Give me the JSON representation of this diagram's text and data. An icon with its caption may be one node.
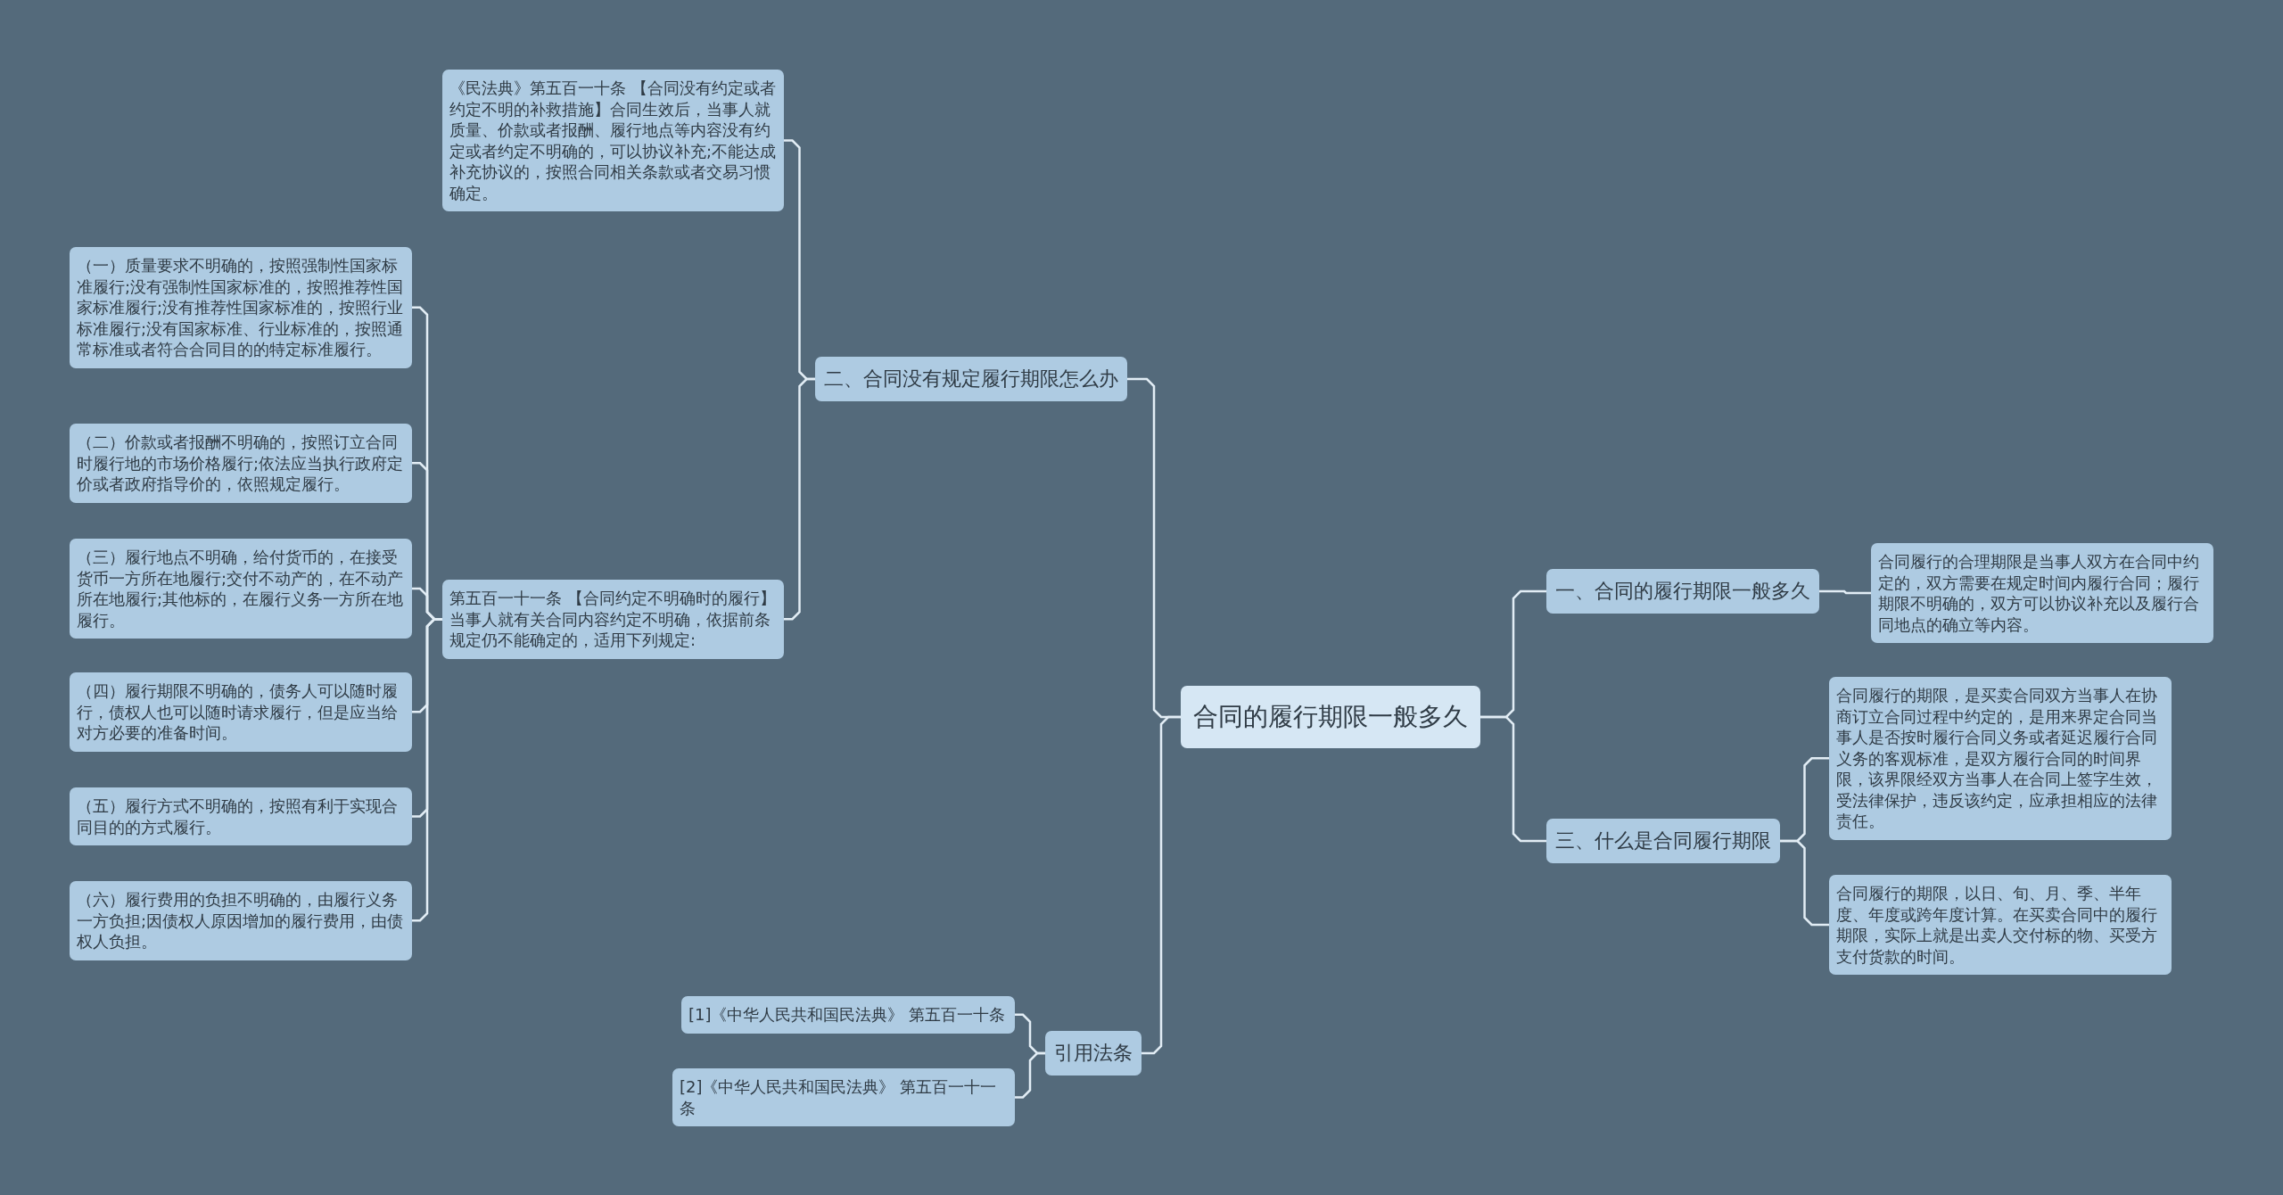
{
  "diagram": {
    "nodes": [
      {
        "text": [
          "合同的履行期限一般多久"
        ]
      },
      {
        "text": [
          "二、合同没有规定履行期限怎么办"
        ]
      },
      {
        "text": [
          "《民法典》第五百一十条 【合同没有约定或者约定不明的补救措施】合同生效后，当事人就质量、价款或者报酬、履行地点等内容没有约定或者约定不明确的，可以协议补充;不能达成补充协议的，按照合同相关条款或者交易习惯确定。"
        ]
      },
      {
        "text": [
          "第五百一十一条 【合同约定不明确时的履行】当事人就有关合同内容约定不明确，依据前条规定仍不能确定的，适用下列规定:"
        ]
      },
      {
        "text": [
          "（一）质量要求不明确的，按照强制性国家标准履行;没有强制性国家标准的，按照推荐性国家标准履行;没有推荐性国家标准的，按照行业标准履行;没有国家标准、行业标准的，按照通常标准或者符合合同目的的特定标准履行。"
        ]
      },
      {
        "text": [
          "（二）价款或者报酬不明确的，按照订立合同时履行地的市场价格履行;依法应当执行政府定价或者政府指导价的，依照规定履行。"
        ]
      },
      {
        "text": [
          "（三）履行地点不明确，给付货币的，在接受货币一方所在地履行;交付不动产的，在不动产所在地履行;其他标的，在履行义务一方所在地履行。"
        ]
      },
      {
        "text": [
          "（四）履行期限不明确的，债务人可以随时履行，债权人也可以随时请求履行，但是应当给对方必要的准备时间。"
        ]
      },
      {
        "text": [
          "（五）履行方式不明确的，按照有利于实现合同目的的方式履行。"
        ]
      },
      {
        "text": [
          "（六）履行费用的负担不明确的，由履行义务一方负担;因债权人原因增加的履行费用，由债权人负担。"
        ]
      },
      {
        "text": [
          "引用法条"
        ]
      },
      {
        "text": [
          "[1]《中华人民共和国民法典》 第五百一十条"
        ]
      },
      {
        "text": [
          "[2]《中华人民共和国民法典》 第五百一十一条"
        ]
      },
      {
        "text": [
          "一、合同的履行期限一般多久"
        ]
      },
      {
        "text": [
          "合同履行的合理期限是当事人双方在合同中约定的，双方需要在规定时间内履行合同；履行期限不明确的，双方可以协议补充以及履行合同地点的确立等内容。"
        ]
      },
      {
        "text": [
          "三、什么是合同履行期限"
        ]
      },
      {
        "text": [
          "合同履行的期限，是买卖合同双方当事人在协商订立合同过程中约定的，是用来界定合同当事人是否按时履行合同义务或者延迟履行合同义务的客观标准，是双方履行合同的时间界限，该界限经双方当事人在合同上签字生效，受法律保护，违反该约定，应承担相应的法律责任。"
        ]
      },
      {
        "text": [
          "合同履行的期限，以日、旬、月、季、半年度、年度或跨年度计算。在买卖合同中的履行期限，实际上就是出卖人交付标的物、买受方支付货款的时间。"
        ]
      }
    ],
    "edges": [
      {
        "from": 0,
        "to": 1,
        "arrow": "none"
      },
      {
        "from": 1,
        "to": 2,
        "arrow": "none"
      },
      {
        "from": 1,
        "to": 3,
        "arrow": "none"
      },
      {
        "from": 3,
        "to": 4,
        "arrow": "none"
      },
      {
        "from": 3,
        "to": 5,
        "arrow": "none"
      },
      {
        "from": 3,
        "to": 6,
        "arrow": "none"
      },
      {
        "from": 3,
        "to": 7,
        "arrow": "none"
      },
      {
        "from": 3,
        "to": 8,
        "arrow": "none"
      },
      {
        "from": 3,
        "to": 9,
        "arrow": "none"
      },
      {
        "from": 0,
        "to": 10,
        "arrow": "none"
      },
      {
        "from": 10,
        "to": 11,
        "arrow": "none"
      },
      {
        "from": 10,
        "to": 12,
        "arrow": "none"
      },
      {
        "from": 0,
        "to": 13,
        "arrow": "none"
      },
      {
        "from": 13,
        "to": 14,
        "arrow": "none"
      },
      {
        "from": 0,
        "to": 15,
        "arrow": "none"
      },
      {
        "from": 15,
        "to": 16,
        "arrow": "none"
      },
      {
        "from": 15,
        "to": 17,
        "arrow": "none"
      }
    ]
  }
}
